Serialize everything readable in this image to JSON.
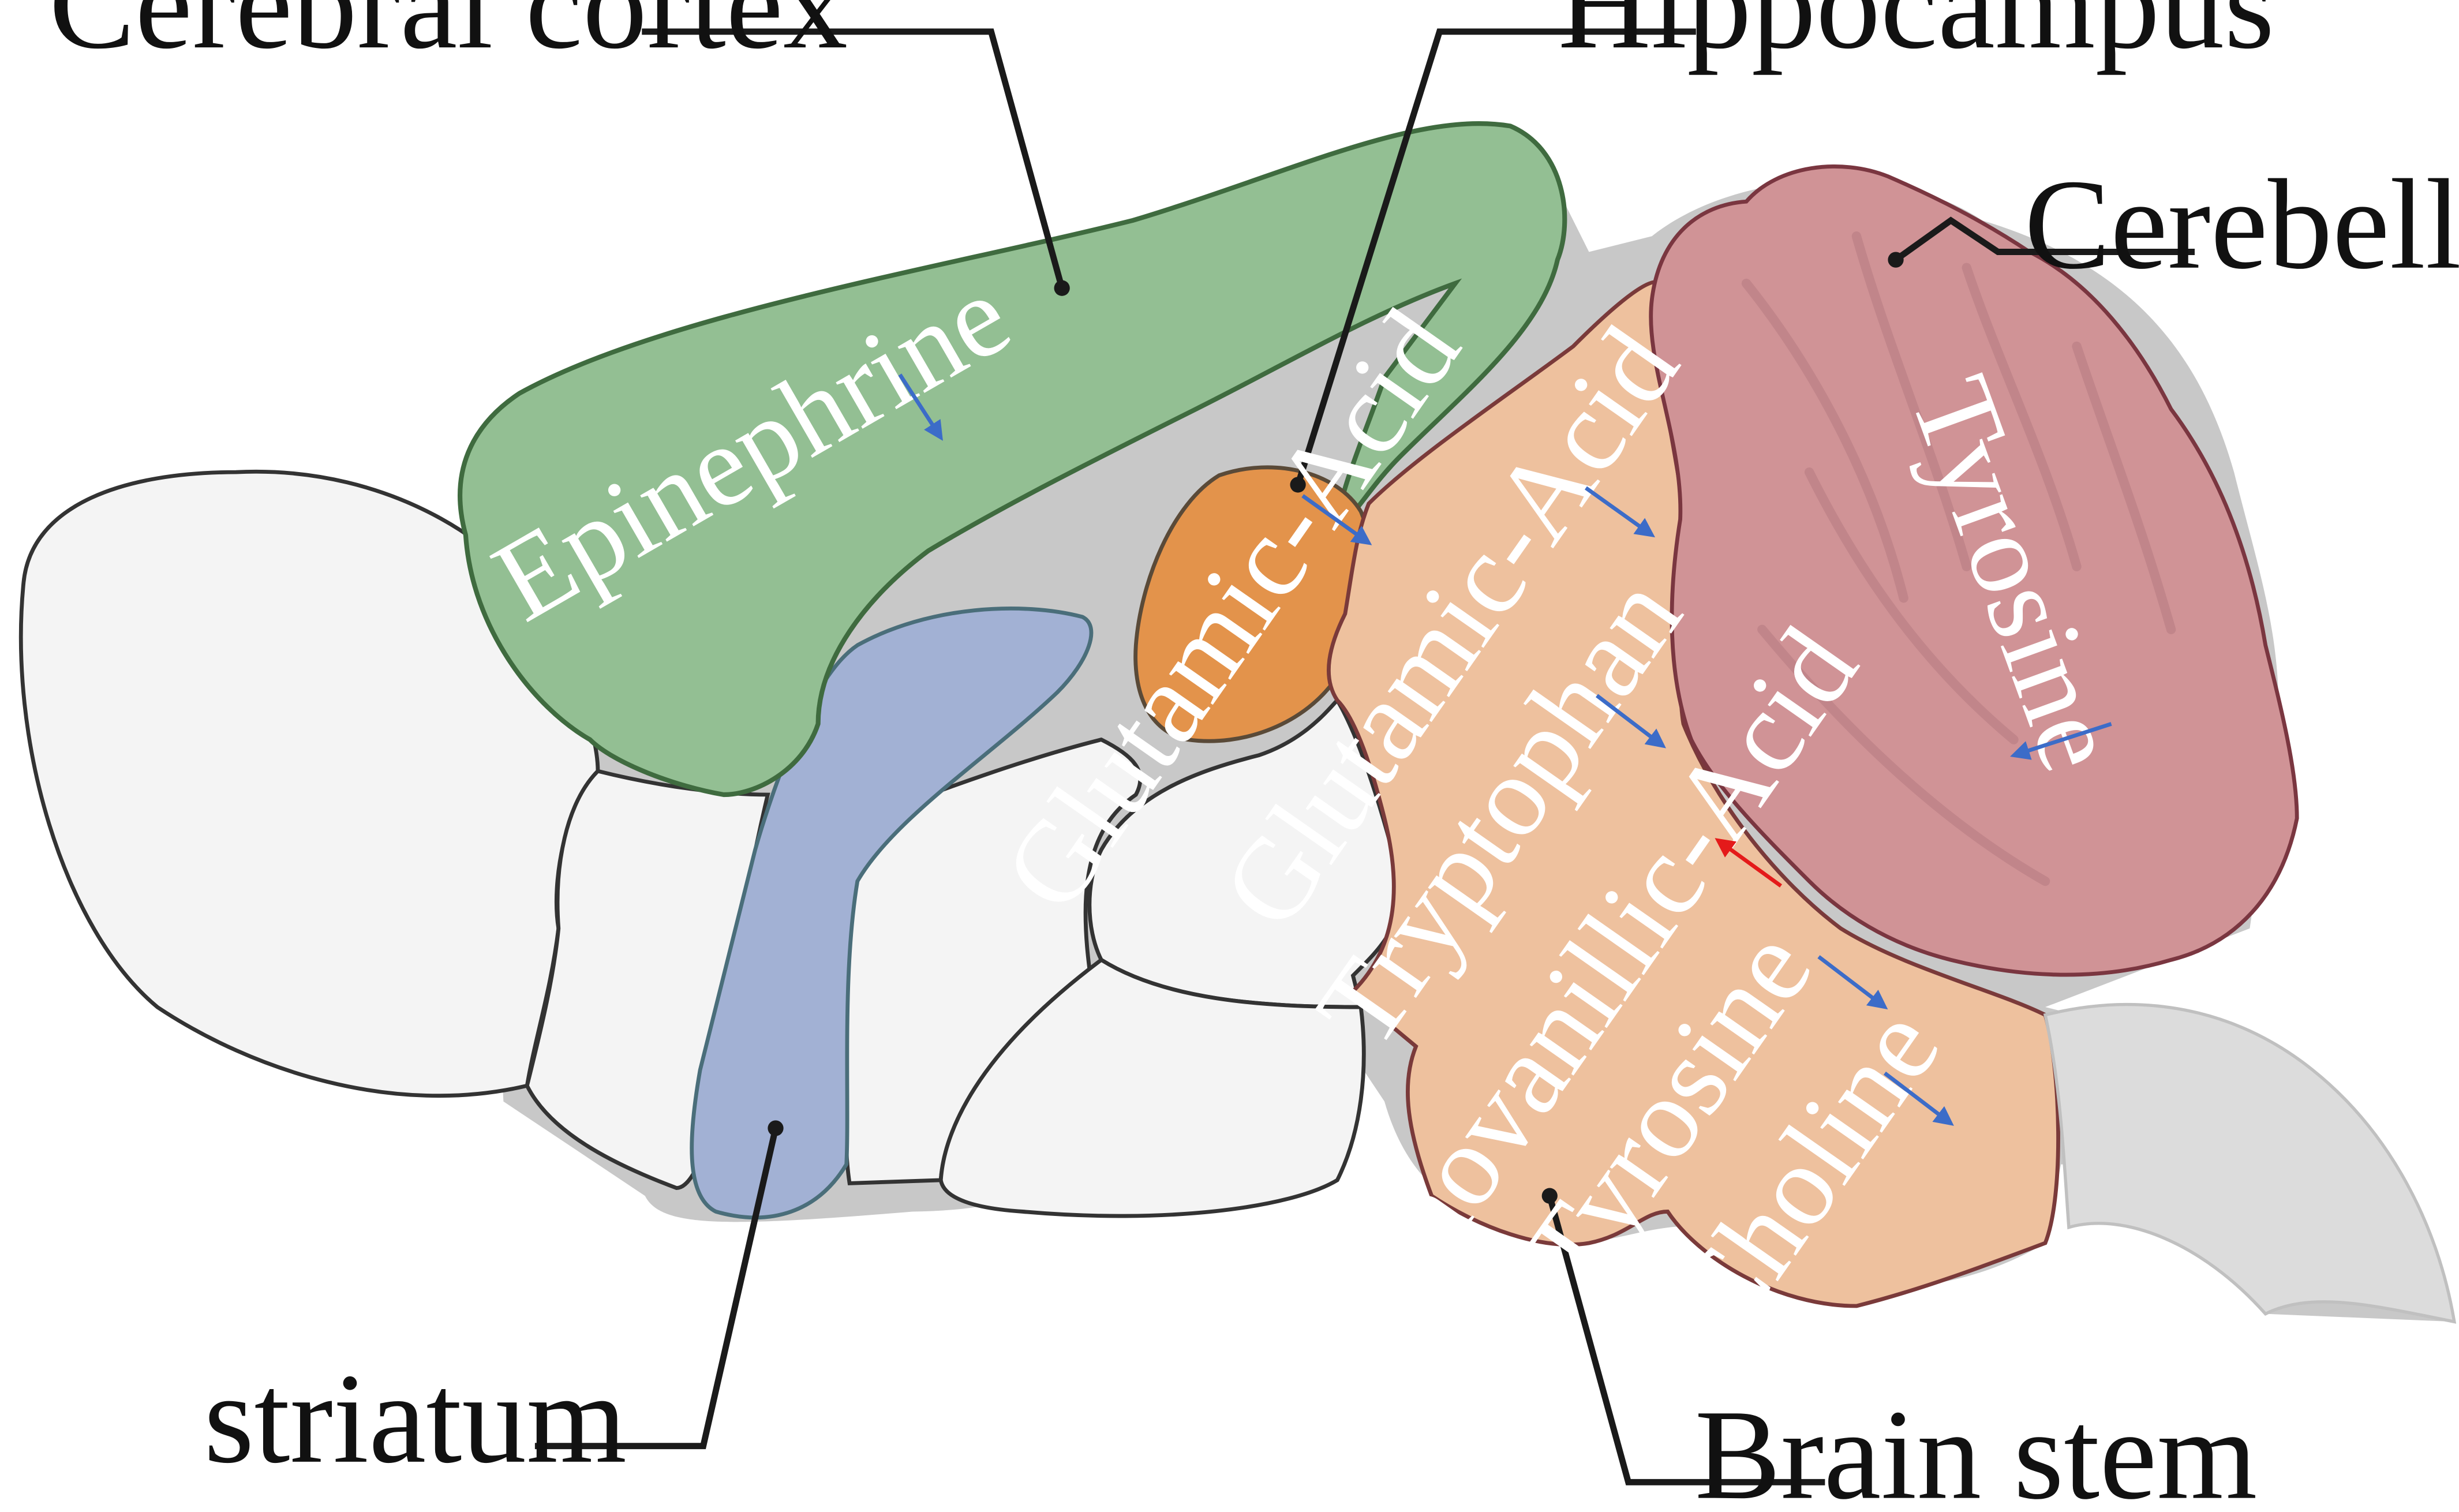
{
  "colors": {
    "cortex": "#93bf93",
    "cortex_stroke": "#3f6b3f",
    "striatum": "#a2b1d4",
    "striatum_stroke": "#4a6e7a",
    "hippocampus": "#e3934b",
    "hippocampus_stroke": "#5a4a38",
    "brainstem": "#eec19e",
    "brainstem_stroke": "#7a3a3a",
    "cerebellum": "#d09396",
    "cerebellum_stroke": "#7a3640",
    "white_region": "#f4f4f4",
    "shadow": "#c8c8c8",
    "arrow_down": "#3c6cc8",
    "arrow_up": "#e41a1a"
  },
  "callouts": {
    "cerebral_cortex": "Cerebral cortex",
    "hippocampus": "Hippocampus",
    "cerebellum": "Cerebellum",
    "striatum": "striatum",
    "brain_stem": "Brain stem"
  },
  "metabolites": {
    "cortex": [
      {
        "name": "Epinephrine",
        "trend": "down"
      }
    ],
    "hippocampus": [
      {
        "name": "Glutamic-Acid",
        "trend": "down"
      }
    ],
    "cerebellum": [
      {
        "name": "Tyrosine",
        "trend": "down"
      }
    ],
    "brainstem": [
      {
        "name": "Glutamic-Acid",
        "trend": "down"
      },
      {
        "name": "Tryptophan",
        "trend": "down"
      },
      {
        "name": "Homovanillic-Acid",
        "trend": "up"
      },
      {
        "name": "Tyrosine",
        "trend": "down"
      },
      {
        "name": "Choline",
        "trend": "down"
      }
    ]
  },
  "icons": {
    "down_trend": "down-right-arrow-icon",
    "up_trend": "up-left-arrow-icon"
  }
}
